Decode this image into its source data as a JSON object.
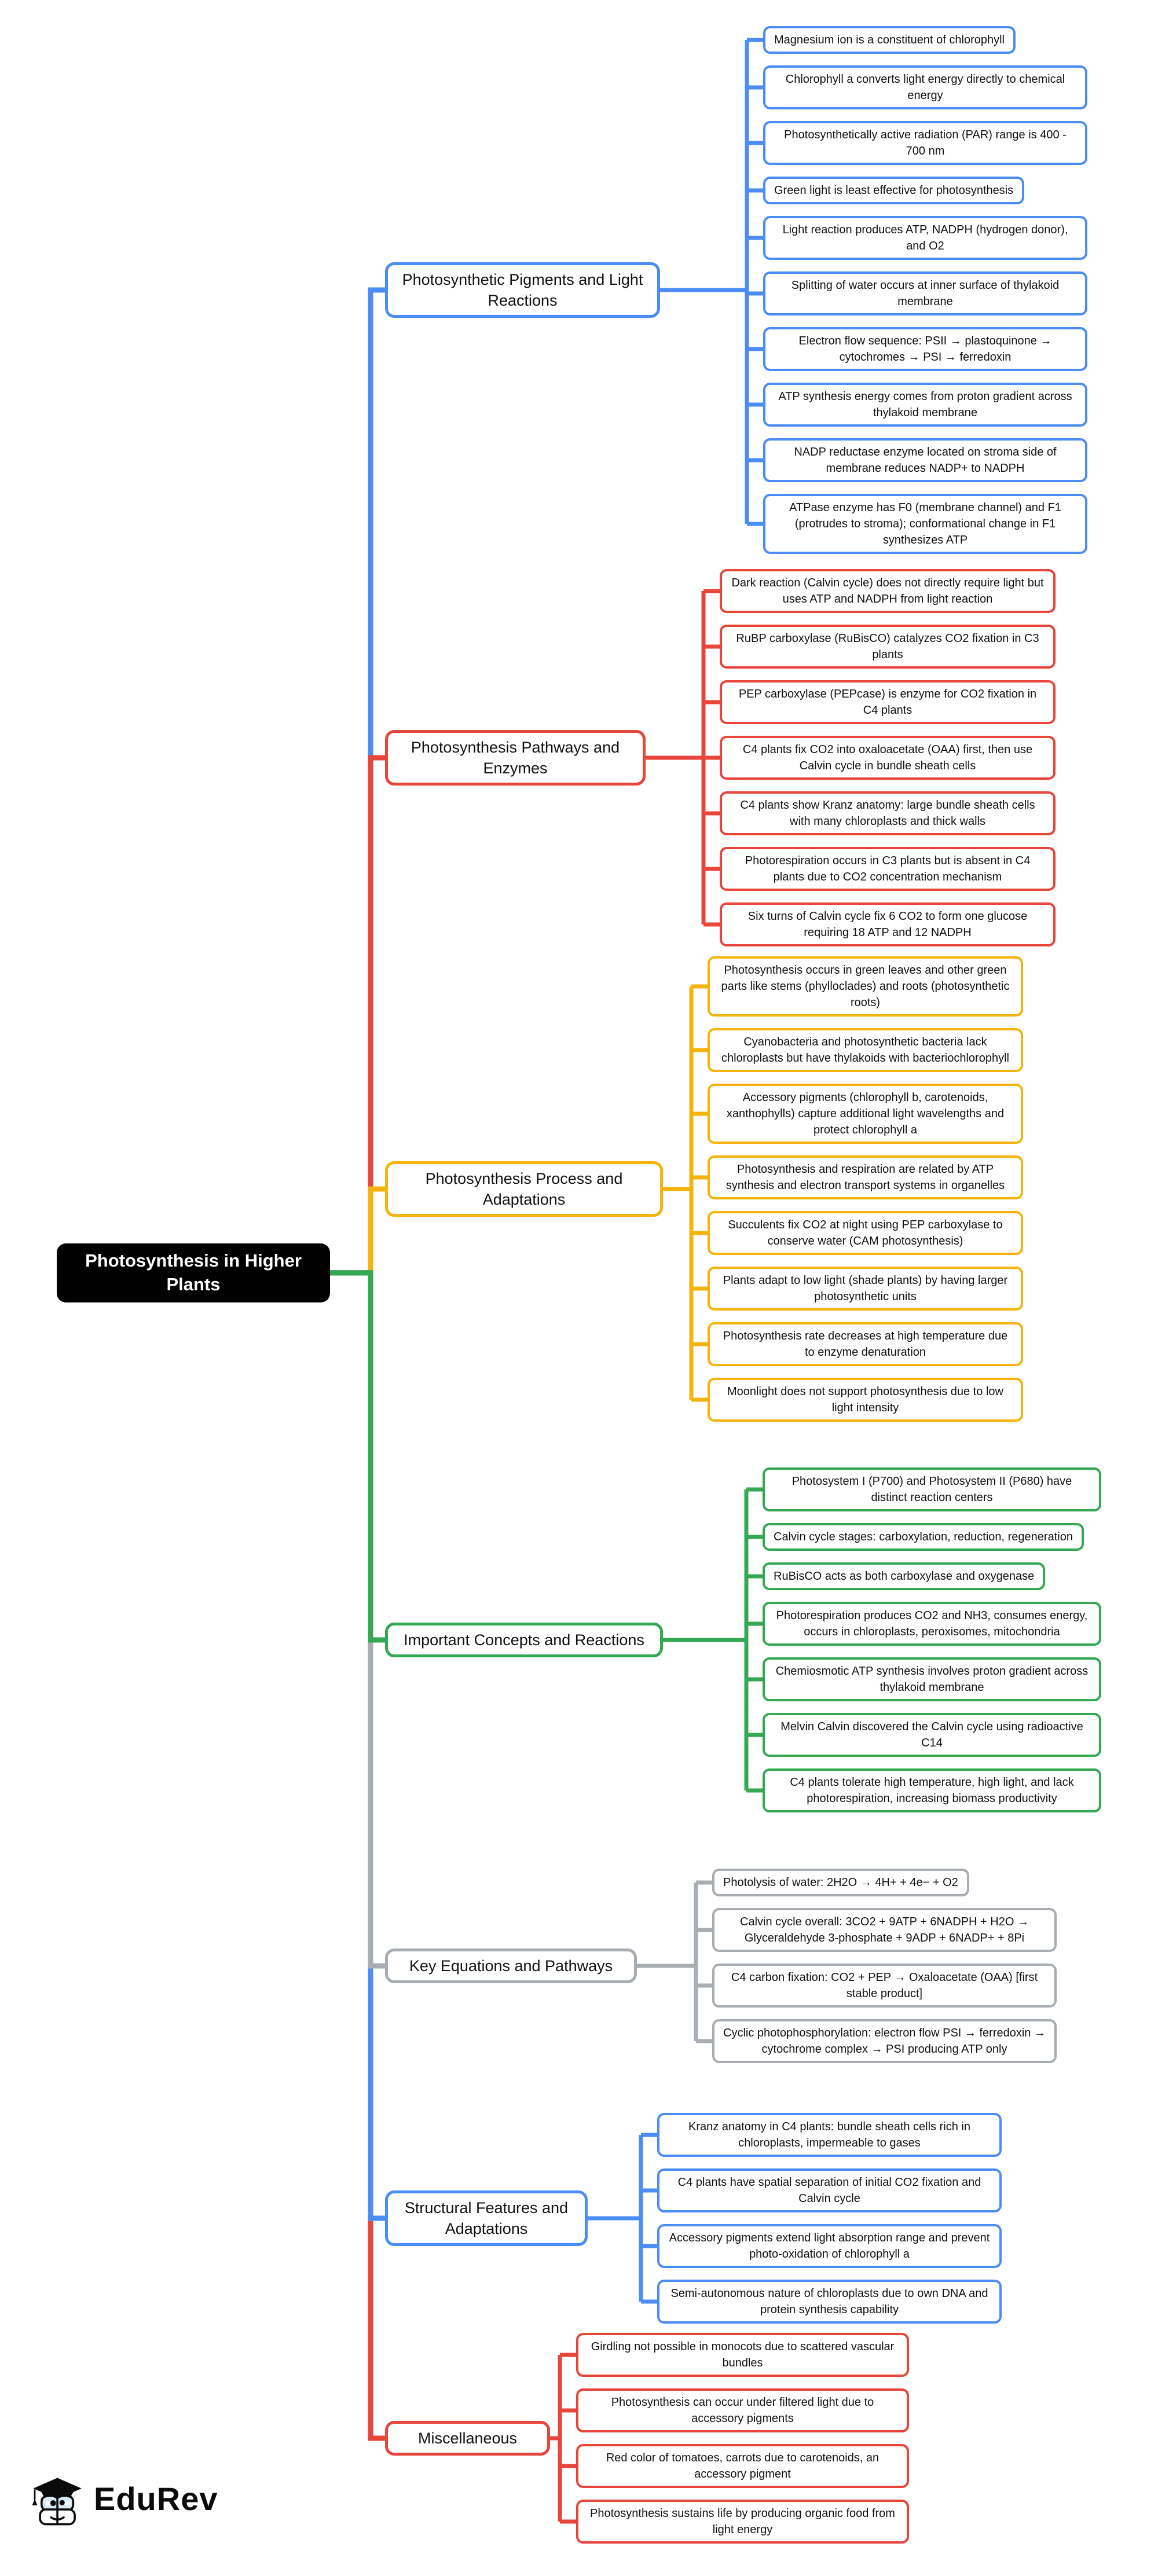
{
  "central": {
    "label": "Photosynthesis in Higher Plants",
    "bg": "#000000",
    "text_color": "#ffffff"
  },
  "branches": [
    {
      "title": "Photosynthetic Pigments and Light Reactions",
      "color": "#4c8cf5",
      "leaves": [
        "Magnesium ion is a constituent of chlorophyll",
        "Chlorophyll a converts light energy directly to chemical energy",
        "Photosynthetically active radiation (PAR) range is 400 - 700 nm",
        "Green light is least effective for photosynthesis",
        "Light reaction produces ATP, NADPH (hydrogen donor), and O2",
        "Splitting of water occurs at inner surface of thylakoid membrane",
        "Electron flow sequence: PSII → plastoquinone → cytochromes → PSI → ferredoxin",
        "ATP synthesis energy comes from proton gradient across thylakoid membrane",
        "NADP reductase enzyme located on stroma side of membrane reduces NADP+ to NADPH",
        "ATPase enzyme has F0 (membrane channel) and F1 (protrudes to stroma); conformational change in F1 synthesizes ATP"
      ]
    },
    {
      "title": "Photosynthesis Pathways and Enzymes",
      "color": "#e8453b",
      "leaves": [
        "Dark reaction (Calvin cycle) does not directly require light but uses ATP and NADPH from light reaction",
        "RuBP carboxylase (RuBisCO) catalyzes CO2 fixation in C3 plants",
        "PEP carboxylase (PEPcase) is enzyme for CO2 fixation in C4 plants",
        "C4 plants fix CO2 into oxaloacetate (OAA) first, then use Calvin cycle in bundle sheath cells",
        "C4 plants show Kranz anatomy: large bundle sheath cells with many chloroplasts and thick walls",
        "Photorespiration occurs in C3 plants but is absent in C4 plants due to CO2 concentration mechanism",
        "Six turns of Calvin cycle fix 6 CO2 to form one glucose requiring 18 ATP and 12 NADPH"
      ]
    },
    {
      "title": "Photosynthesis Process and Adaptations",
      "color": "#f5b40d",
      "leaves": [
        "Photosynthesis occurs in green leaves and other green parts like stems (phylloclades) and roots (photosynthetic roots)",
        "Cyanobacteria and photosynthetic bacteria lack chloroplasts but have thylakoids with bacteriochlorophyll",
        "Accessory pigments (chlorophyll b, carotenoids, xanthophylls) capture additional light wavelengths and protect chlorophyll a",
        "Photosynthesis and respiration are related by ATP synthesis and electron transport systems in organelles",
        "Succulents fix CO2 at night using PEP carboxylase to conserve water (CAM photosynthesis)",
        "Plants adapt to low light (shade plants) by having larger photosynthetic units",
        "Photosynthesis rate decreases at high temperature due to enzyme denaturation",
        "Moonlight does not support photosynthesis due to low light intensity"
      ]
    },
    {
      "title": "Important Concepts and Reactions",
      "color": "#34a853",
      "leaves": [
        "Photosystem I (P700) and Photosystem II (P680) have distinct reaction centers",
        "Calvin cycle stages: carboxylation, reduction, regeneration",
        "RuBisCO acts as both carboxylase and oxygenase",
        "Photorespiration produces CO2 and NH3, consumes energy, occurs in chloroplasts, peroxisomes, mitochondria",
        "Chemiosmotic ATP synthesis involves proton gradient across thylakoid membrane",
        "Melvin Calvin discovered the Calvin cycle using radioactive C14",
        "C4 plants tolerate high temperature, high light, and lack photorespiration, increasing biomass productivity"
      ]
    },
    {
      "title": "Key Equations and Pathways",
      "color": "#a7adb3",
      "leaves": [
        "Photolysis of water: 2H2O → 4H+ + 4e− + O2",
        "Calvin cycle overall: 3CO2 + 9ATP + 6NADPH + H2O → Glyceraldehyde 3-phosphate + 9ADP + 6NADP+ + 8Pi",
        "C4 carbon fixation: CO2 + PEP → Oxaloacetate (OAA) [first stable product]",
        "Cyclic photophosphorylation: electron flow PSI → ferredoxin → cytochrome complex → PSI producing ATP only"
      ]
    },
    {
      "title": "Structural Features and Adaptations",
      "color": "#4c8cf5",
      "leaves": [
        "Kranz anatomy in C4 plants: bundle sheath cells rich in chloroplasts, impermeable to gases",
        "C4 plants have spatial separation of initial CO2 fixation and Calvin cycle",
        "Accessory pigments extend light absorption range and prevent photo-oxidation of chlorophyll a",
        "Semi-autonomous nature of chloroplasts due to own DNA and protein synthesis capability"
      ]
    },
    {
      "title": "Miscellaneous",
      "color": "#e8453b",
      "leaves": [
        "Girdling not possible in monocots due to scattered vascular bundles",
        "Photosynthesis can occur under filtered light due to accessory pigments",
        "Red color of tomatoes, carrots due to carotenoids, an accessory pigment",
        "Photosynthesis sustains life by producing organic food from light energy"
      ]
    }
  ],
  "logo": {
    "text": "EduRev"
  }
}
